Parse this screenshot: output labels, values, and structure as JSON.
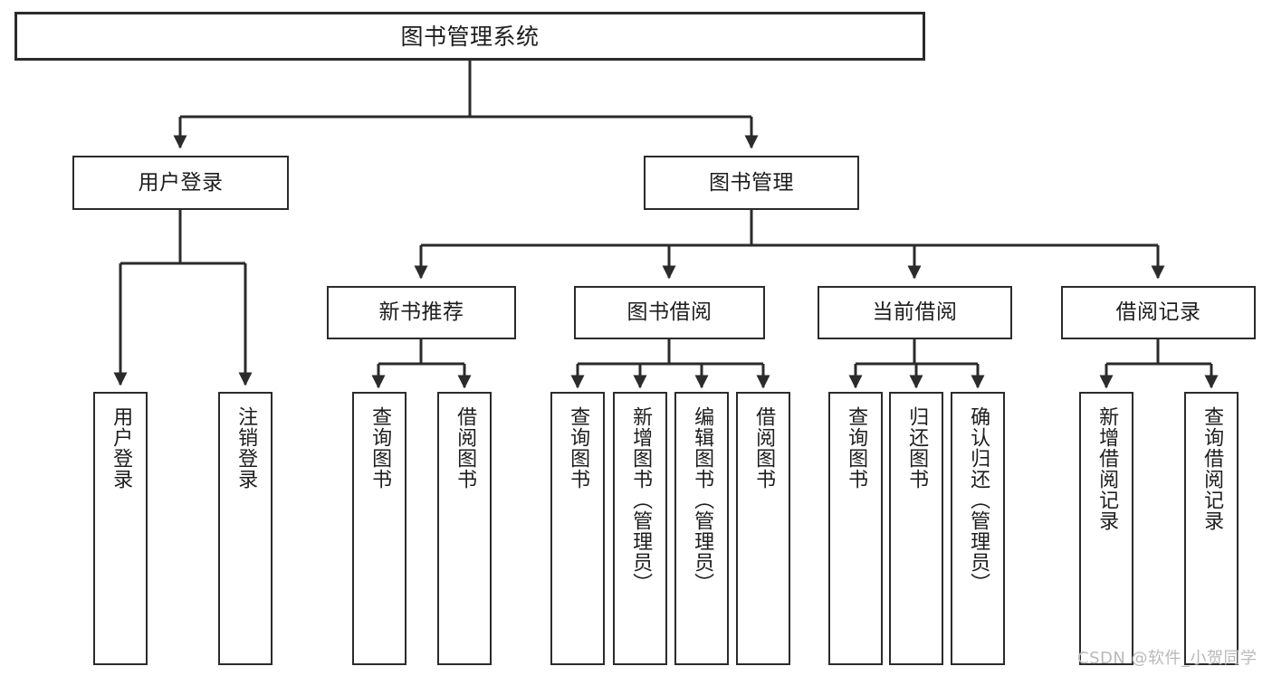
{
  "diagram": {
    "type": "tree-hierarchy",
    "title": "图书管理系统",
    "orientation": "top-down",
    "background_color": "#ffffff",
    "line_color": "#2b2b2b",
    "text_color": "#1d1d1d"
  },
  "root": {
    "label": "图书管理系统"
  },
  "level2": [
    {
      "label": "用户登录"
    },
    {
      "label": "图书管理"
    }
  ],
  "level3": [
    {
      "label": "新书推荐"
    },
    {
      "label": "图书借阅"
    },
    {
      "label": "当前借阅"
    },
    {
      "label": "借阅记录"
    }
  ],
  "leaves": {
    "user_login": [
      {
        "label": "用户登录"
      },
      {
        "label": "注销登录"
      }
    ],
    "new_book": [
      {
        "label": "查询图书"
      },
      {
        "label": "借阅图书"
      }
    ],
    "book_borrow": [
      {
        "label": "查询图书"
      },
      {
        "label": "新增图书（管理员）"
      },
      {
        "label": "编辑图书（管理员）"
      },
      {
        "label": "借阅图书"
      }
    ],
    "current_borrow": [
      {
        "label": "查询图书"
      },
      {
        "label": "归还图书"
      },
      {
        "label": "确认归还（管理员）"
      }
    ],
    "borrow_record": [
      {
        "label": "新增借阅记录"
      },
      {
        "label": "查询借阅记录"
      }
    ]
  },
  "watermark": {
    "text": "CSDN @软件_小贺同学"
  }
}
